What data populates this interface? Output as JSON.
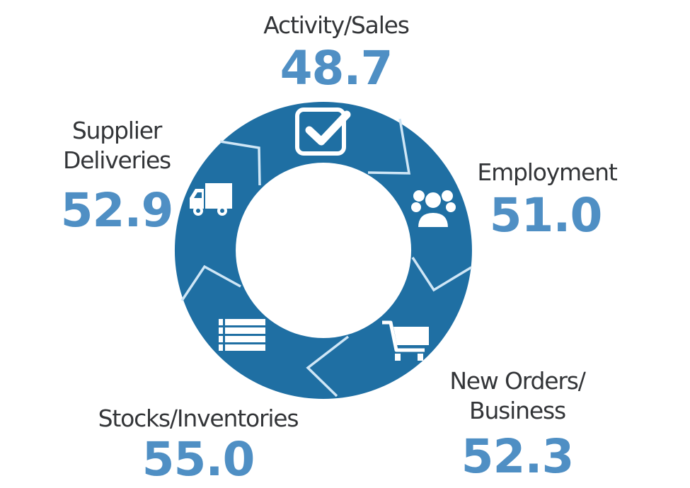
{
  "colors": {
    "ring": "#1f6fa3",
    "separator": "#cfe6f6",
    "label_text": "#333538",
    "value_text": "#4f8fc4",
    "background": "#ffffff"
  },
  "segments": [
    {
      "id": "activity",
      "label": "Activity/Sales",
      "value": "48.7",
      "icon": "checkbox-icon"
    },
    {
      "id": "employment",
      "label": "Employment",
      "value": "51.0",
      "icon": "people-group-icon"
    },
    {
      "id": "new_orders",
      "label_line1": "New Orders/",
      "label_line2": "Business",
      "value": "52.3",
      "icon": "shopping-cart-icon"
    },
    {
      "id": "stocks",
      "label": "Stocks/Inventories",
      "value": "55.0",
      "icon": "list-icon"
    },
    {
      "id": "supplier",
      "label_line1": "Supplier",
      "label_line2": "Deliveries",
      "value": "52.9",
      "icon": "delivery-truck-icon"
    }
  ],
  "chart_data": {
    "type": "table",
    "title": "",
    "categories": [
      "Activity/Sales",
      "Employment",
      "New Orders/Business",
      "Stocks/Inventories",
      "Supplier Deliveries"
    ],
    "values": [
      48.7,
      51.0,
      52.3,
      55.0,
      52.9
    ],
    "layout": "circular cycle diagram with 5 segments, values placed around the ring"
  }
}
